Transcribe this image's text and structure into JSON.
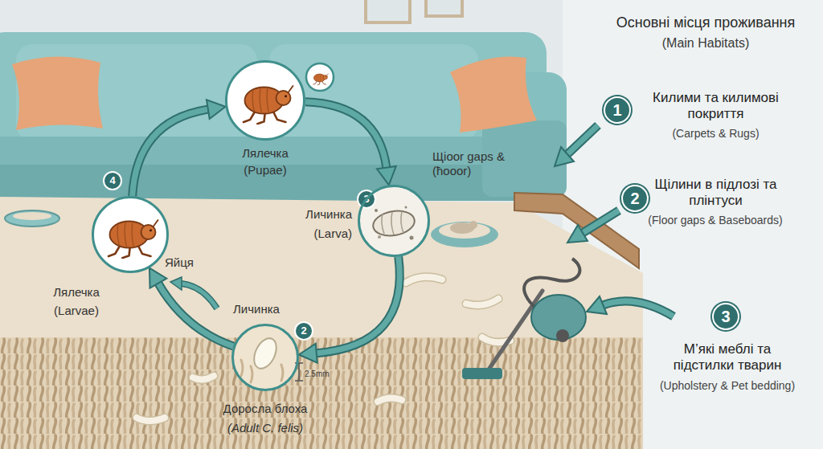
{
  "diagram": {
    "title": "Основні місця проживання",
    "nodes": [
      {
        "text": [
          "Лялечка",
          "(Pupae)"
        ]
      },
      {
        "text": [
          "Личинка",
          "(Larva)"
        ]
      },
      {
        "text": [
          "Лялечка",
          "(Larvae)"
        ]
      },
      {
        "text": [
          "Доросла блоха",
          "(Adult C. felis)"
        ]
      }
    ],
    "edges": [
      {
        "from": 0,
        "to": 1,
        "arrow": "to"
      },
      {
        "from": 1,
        "to": 3,
        "arrow": "to"
      },
      {
        "from": 3,
        "to": 2,
        "arrow": "to"
      },
      {
        "from": 2,
        "to": 0,
        "arrow": "to"
      }
    ],
    "labels": [
      "(Main Habitats)",
      "1",
      "Килими та килимові покриття",
      "(Carpets & Rugs)",
      "2",
      "Щілини в підлозі та плінтуси",
      "(Floor gaps & Baseboards)",
      "3",
      "М’які меблі та підстилки тварин",
      "(Upholstery & Pet bedding)",
      "Щioor gaps & (ħooor)",
      "4",
      "3",
      "2",
      "Яйця",
      "Личинка",
      "2.5mm"
    ]
  }
}
